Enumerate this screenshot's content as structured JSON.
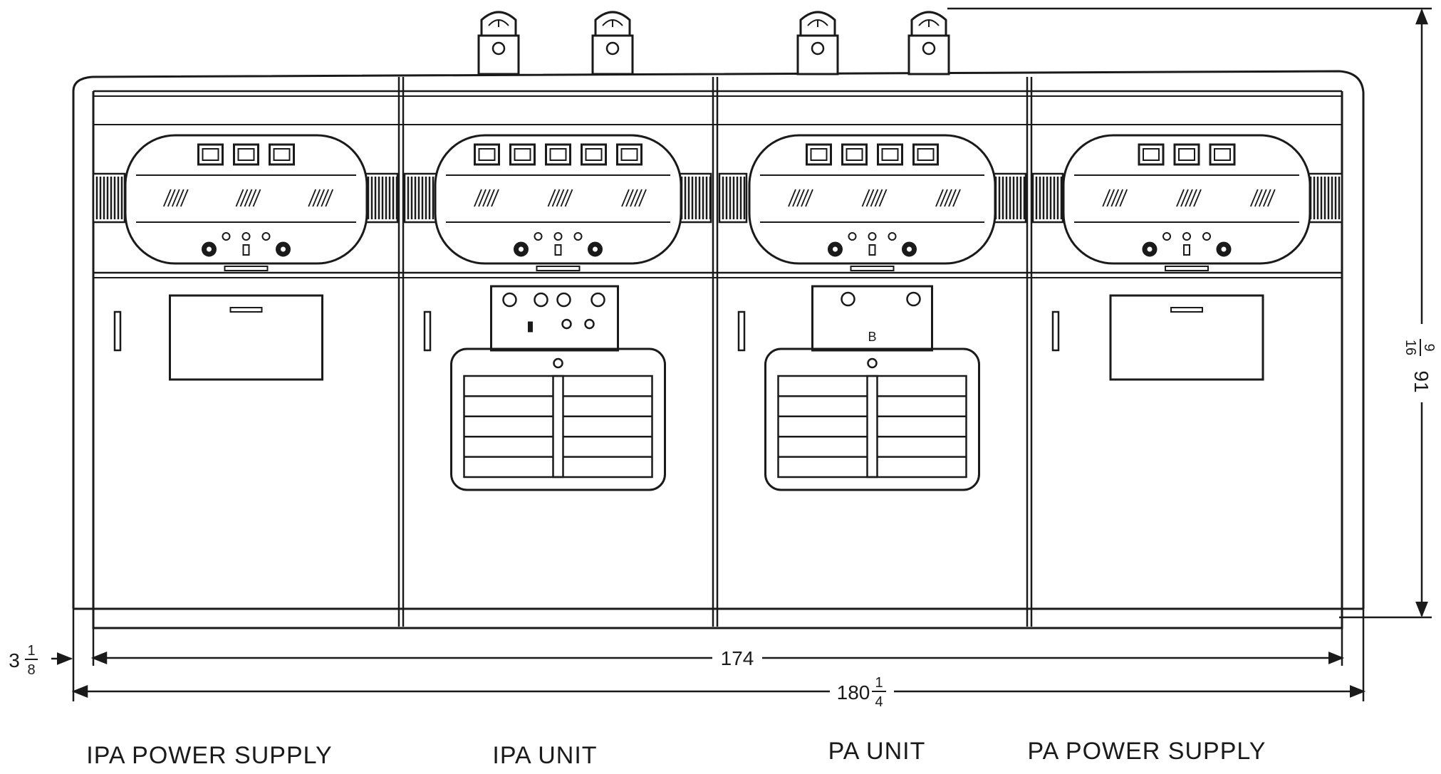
{
  "diagram": {
    "units": [
      {
        "caption": "IPA POWER SUPPLY",
        "meters": 3,
        "type": "power-supply"
      },
      {
        "caption": "IPA UNIT",
        "meters": 5,
        "type": "amplifier"
      },
      {
        "caption": "PA UNIT",
        "meters": 4,
        "type": "amplifier"
      },
      {
        "caption": "PA POWER SUPPLY",
        "meters": 3,
        "type": "power-supply"
      }
    ],
    "dimensions": {
      "inner_width": "174",
      "overall_width_whole": "180",
      "overall_width_num": "1",
      "overall_width_den": "4",
      "plinth_whole": "3",
      "plinth_num": "1",
      "plinth_den": "8",
      "height_whole": "91",
      "height_num": "9",
      "height_den": "16"
    },
    "panel_marking": "B"
  }
}
